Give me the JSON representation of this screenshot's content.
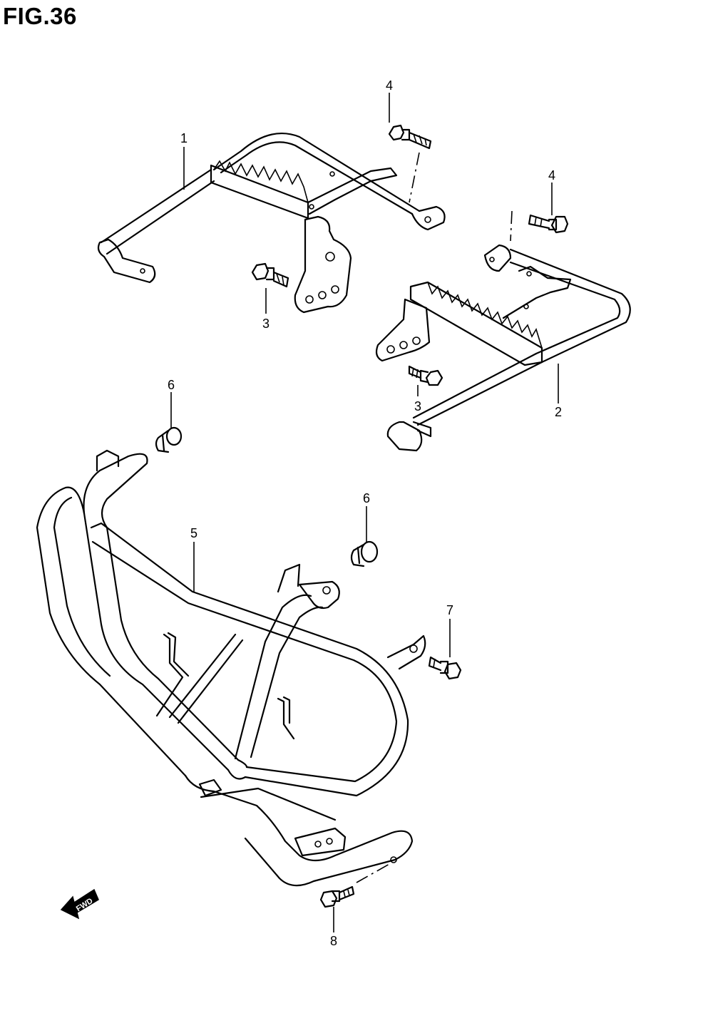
{
  "figure": {
    "title": "FIG.36"
  },
  "callouts": [
    {
      "id": "c1",
      "label": "1"
    },
    {
      "id": "c2",
      "label": "2"
    },
    {
      "id": "c3a",
      "label": "3"
    },
    {
      "id": "c3b",
      "label": "3"
    },
    {
      "id": "c4a",
      "label": "4"
    },
    {
      "id": "c4b",
      "label": "4"
    },
    {
      "id": "c5",
      "label": "5"
    },
    {
      "id": "c6a",
      "label": "6"
    },
    {
      "id": "c6b",
      "label": "6"
    },
    {
      "id": "c7",
      "label": "7"
    },
    {
      "id": "c8",
      "label": "8"
    }
  ],
  "direction_indicator": {
    "label": "FWD"
  },
  "colors": {
    "line": "#000000",
    "background": "#ffffff"
  }
}
